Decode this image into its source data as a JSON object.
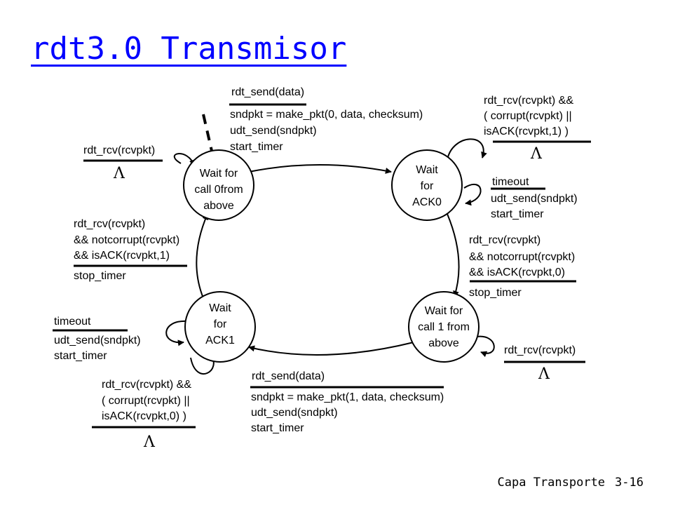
{
  "title": "rdt3.0 Transmisor",
  "footer": {
    "chapter": "Capa Transporte",
    "page": "3-16"
  },
  "lambda": "Λ",
  "states": {
    "wait_call0": [
      "Wait for",
      "call 0from",
      "above"
    ],
    "wait_ack0": [
      "Wait",
      "for",
      "ACK0"
    ],
    "wait_call1": [
      "Wait for",
      "call 1 from",
      "above"
    ],
    "wait_ack1": [
      "Wait",
      "for",
      "ACK1"
    ]
  },
  "transitions": {
    "call0_to_ack0": {
      "event": "rdt_send(data)",
      "actions": [
        "sndpkt = make_pkt(0, data, checksum)",
        "udt_send(sndpkt)",
        "start_timer"
      ]
    },
    "ack0_loop_corrupt": {
      "event": [
        "rdt_rcv(rcvpkt) &&",
        "( corrupt(rcvpkt) ||",
        "isACK(rcvpkt,1) )"
      ]
    },
    "ack0_loop_timeout": {
      "event": "timeout",
      "actions": [
        "udt_send(sndpkt)",
        "start_timer"
      ]
    },
    "ack0_to_call1": {
      "event": [
        "rdt_rcv(rcvpkt)",
        "&& notcorrupt(rcvpkt)",
        "&& isACK(rcvpkt,0)"
      ],
      "actions": [
        "stop_timer"
      ]
    },
    "call1_loop": {
      "event": "rdt_rcv(rcvpkt)"
    },
    "call1_to_ack1": {
      "event": "rdt_send(data)",
      "actions": [
        "sndpkt = make_pkt(1, data, checksum)",
        "udt_send(sndpkt)",
        "start_timer"
      ]
    },
    "ack1_loop_corrupt": {
      "event": [
        "rdt_rcv(rcvpkt) &&",
        "( corrupt(rcvpkt) ||",
        "isACK(rcvpkt,0) )"
      ]
    },
    "ack1_loop_timeout": {
      "event": "timeout",
      "actions": [
        "udt_send(sndpkt)",
        "start_timer"
      ]
    },
    "ack1_to_call0": {
      "event": [
        "rdt_rcv(rcvpkt)",
        "&& notcorrupt(rcvpkt)",
        "&& isACK(rcvpkt,1)"
      ],
      "actions": [
        "stop_timer"
      ]
    },
    "call0_loop": {
      "event": "rdt_rcv(rcvpkt)"
    }
  }
}
